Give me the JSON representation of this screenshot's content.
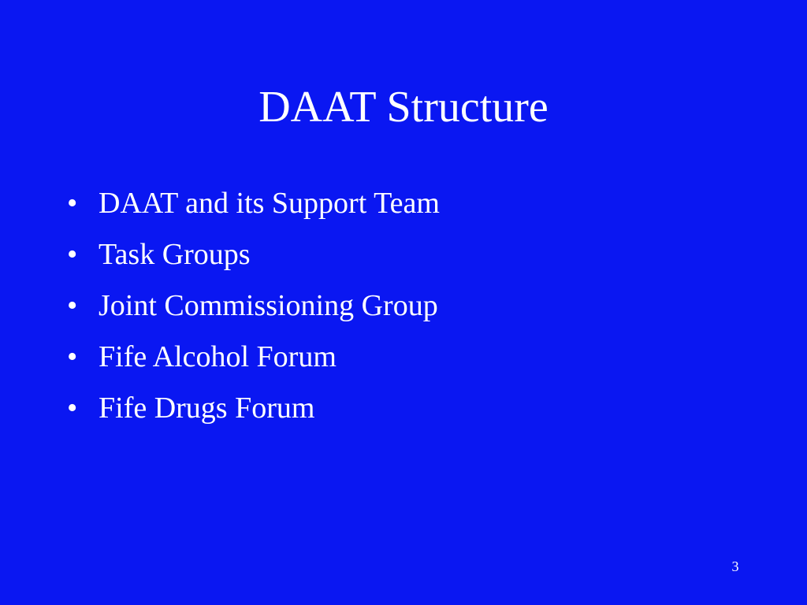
{
  "slide": {
    "title": "DAAT Structure",
    "bullet_symbol": "•",
    "items": [
      "DAAT and its Support Team",
      "Task Groups",
      "Joint Commissioning Group",
      "Fife Alcohol Forum",
      "Fife Drugs Forum"
    ],
    "page_number": "3",
    "background_color": "#0a17f2",
    "text_color": "#ffffff"
  }
}
